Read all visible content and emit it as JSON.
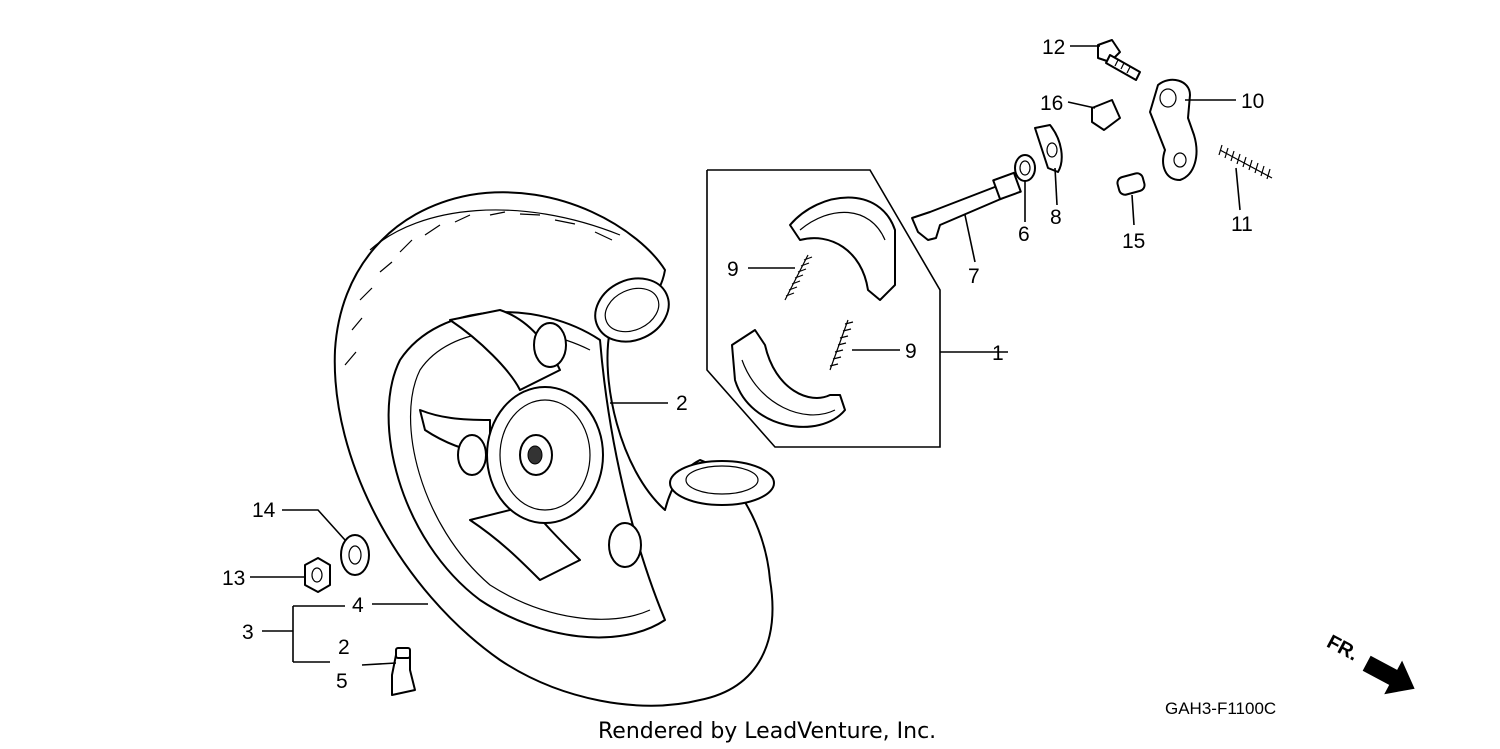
{
  "callouts": {
    "c1": "1",
    "c2a": "2",
    "c2b": "2",
    "c3": "3",
    "c4": "4",
    "c5": "5",
    "c6": "6",
    "c7": "7",
    "c8": "8",
    "c9a": "9",
    "c9b": "9",
    "c10": "10",
    "c11": "11",
    "c12": "12",
    "c13": "13",
    "c14": "14",
    "c15": "15",
    "c16": "16"
  },
  "footer": {
    "credit": "Rendered by LeadVenture, Inc.",
    "diagram_code": "GAH3-F1100C"
  },
  "direction": {
    "label": "FR."
  }
}
